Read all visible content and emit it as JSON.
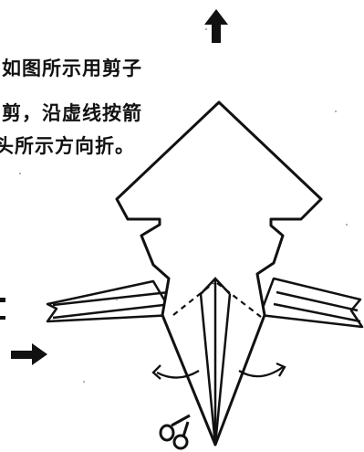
{
  "instructions": {
    "line1": "如图所示用剪子",
    "line2": "剪，沿虚线按箭",
    "line3": "头所示方向折。"
  },
  "colors": {
    "ink": "#111111",
    "paper": "#ffffff"
  },
  "icons": [
    "up-arrow-icon",
    "right-arrow-icon",
    "scissors-icon",
    "curved-fold-arrow-icon"
  ]
}
